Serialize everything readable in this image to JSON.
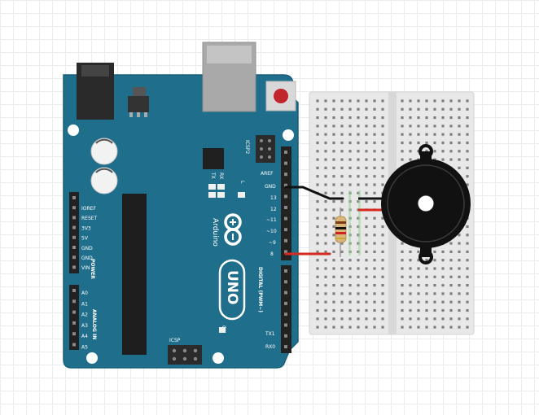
{
  "board": {
    "model_label": "UNO",
    "brand_label": "Arduino",
    "pin_digital_header": "DIGITAL (PWM~)",
    "pin_aref": "AREF",
    "pin_gnd_top": "GND",
    "pin_13": "13",
    "pin_12": "12",
    "pin_11": "~11",
    "pin_10": "~10",
    "pin_9": "~9",
    "pin_8": "8",
    "pin_tx": "TX1",
    "pin_rx": "RX0",
    "power_header": "POWER",
    "power_pins": [
      "IOREF",
      "RESET",
      "3V3",
      "5V",
      "GND",
      "GND",
      "VIN"
    ],
    "analog_header": "ANALOG IN",
    "analog_pins": [
      "A0",
      "A1",
      "A2",
      "A3",
      "A4",
      "A5"
    ],
    "icsp_label": "ICSP",
    "icsp2_label": "ICSP2",
    "led_l": "L",
    "led_tx": "TX",
    "led_rx": "RX",
    "on_label": "ON"
  },
  "colors": {
    "board": "#1f6e8c",
    "breadboard": "#e8e8e8",
    "wire_black": "#111111",
    "wire_red": "#d42a20",
    "buzzer": "#111111"
  },
  "components": {
    "resistor": "resistor",
    "buzzer": "piezo buzzer",
    "breadboard": "half breadboard"
  }
}
